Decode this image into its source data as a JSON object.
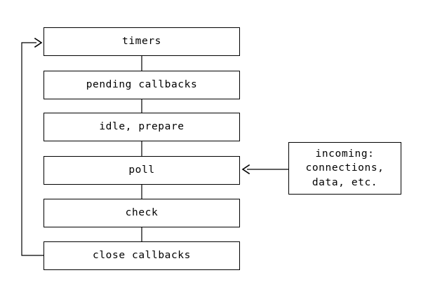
{
  "diagram": {
    "title": "node-js-event-loop-phases",
    "stroke_color": "#000000",
    "background_color": "#ffffff",
    "phases": [
      {
        "id": "timers",
        "label": "timers"
      },
      {
        "id": "pending-callbacks",
        "label": "pending callbacks"
      },
      {
        "id": "idle-prepare",
        "label": "idle, prepare"
      },
      {
        "id": "poll",
        "label": "poll"
      },
      {
        "id": "check",
        "label": "check"
      },
      {
        "id": "close-callbacks",
        "label": "close callbacks"
      }
    ],
    "side_note": {
      "id": "incoming-note",
      "lines": [
        "incoming:",
        "connections,",
        "data, etc."
      ]
    },
    "connectors": [
      {
        "id": "timers-to-pending",
        "from": "timers",
        "to": "pending-callbacks",
        "kind": "line"
      },
      {
        "id": "pending-to-idle",
        "from": "pending-callbacks",
        "to": "idle-prepare",
        "kind": "line"
      },
      {
        "id": "idle-to-poll",
        "from": "idle-prepare",
        "to": "poll",
        "kind": "line"
      },
      {
        "id": "poll-to-check",
        "from": "poll",
        "to": "check",
        "kind": "line"
      },
      {
        "id": "check-to-close",
        "from": "check",
        "to": "close-callbacks",
        "kind": "line"
      },
      {
        "id": "close-to-timers-loop",
        "from": "close-callbacks",
        "to": "timers",
        "kind": "arrow"
      },
      {
        "id": "incoming-to-poll-arrow",
        "from": "incoming-note",
        "to": "poll",
        "kind": "arrow"
      }
    ]
  }
}
